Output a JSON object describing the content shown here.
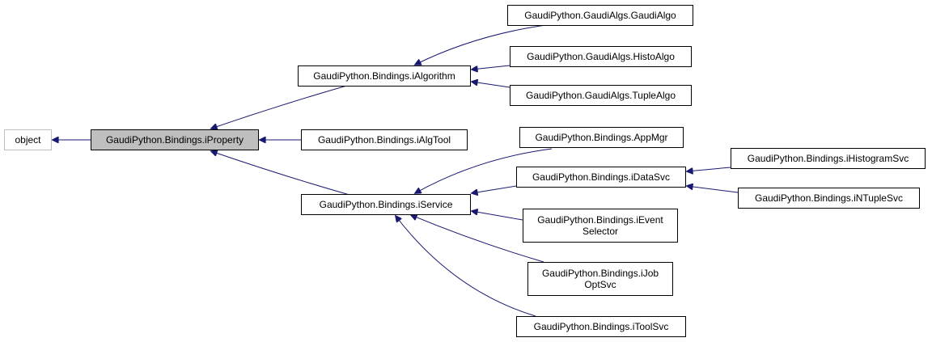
{
  "nodes": {
    "object": "object",
    "iproperty": "GaudiPython.Bindings.iProperty",
    "ialgorithm": "GaudiPython.Bindings.iAlgorithm",
    "ialgtool": "GaudiPython.Bindings.iAlgTool",
    "iservice": "GaudiPython.Bindings.iService",
    "gaudialgo": "GaudiPython.GaudiAlgs.GaudiAlgo",
    "histoalgo": "GaudiPython.GaudiAlgs.HistoAlgo",
    "tuplealgo": "GaudiPython.GaudiAlgs.TupleAlgo",
    "appmgr": "GaudiPython.Bindings.AppMgr",
    "idatasvc": "GaudiPython.Bindings.iDataSvc",
    "ieventselector": "GaudiPython.Bindings.iEvent\nSelector",
    "ijoboptsvc": "GaudiPython.Bindings.iJob\nOptSvc",
    "itoolsvc": "GaudiPython.Bindings.iToolSvc",
    "ihistogramsvc": "GaudiPython.Bindings.iHistogramSvc",
    "intuplesvc": "GaudiPython.Bindings.iNTupleSvc"
  },
  "colors": {
    "edge": "#191970",
    "selected_fill": "#bfbfbf",
    "border": "#000000",
    "external_border": "#bfbfbf"
  }
}
